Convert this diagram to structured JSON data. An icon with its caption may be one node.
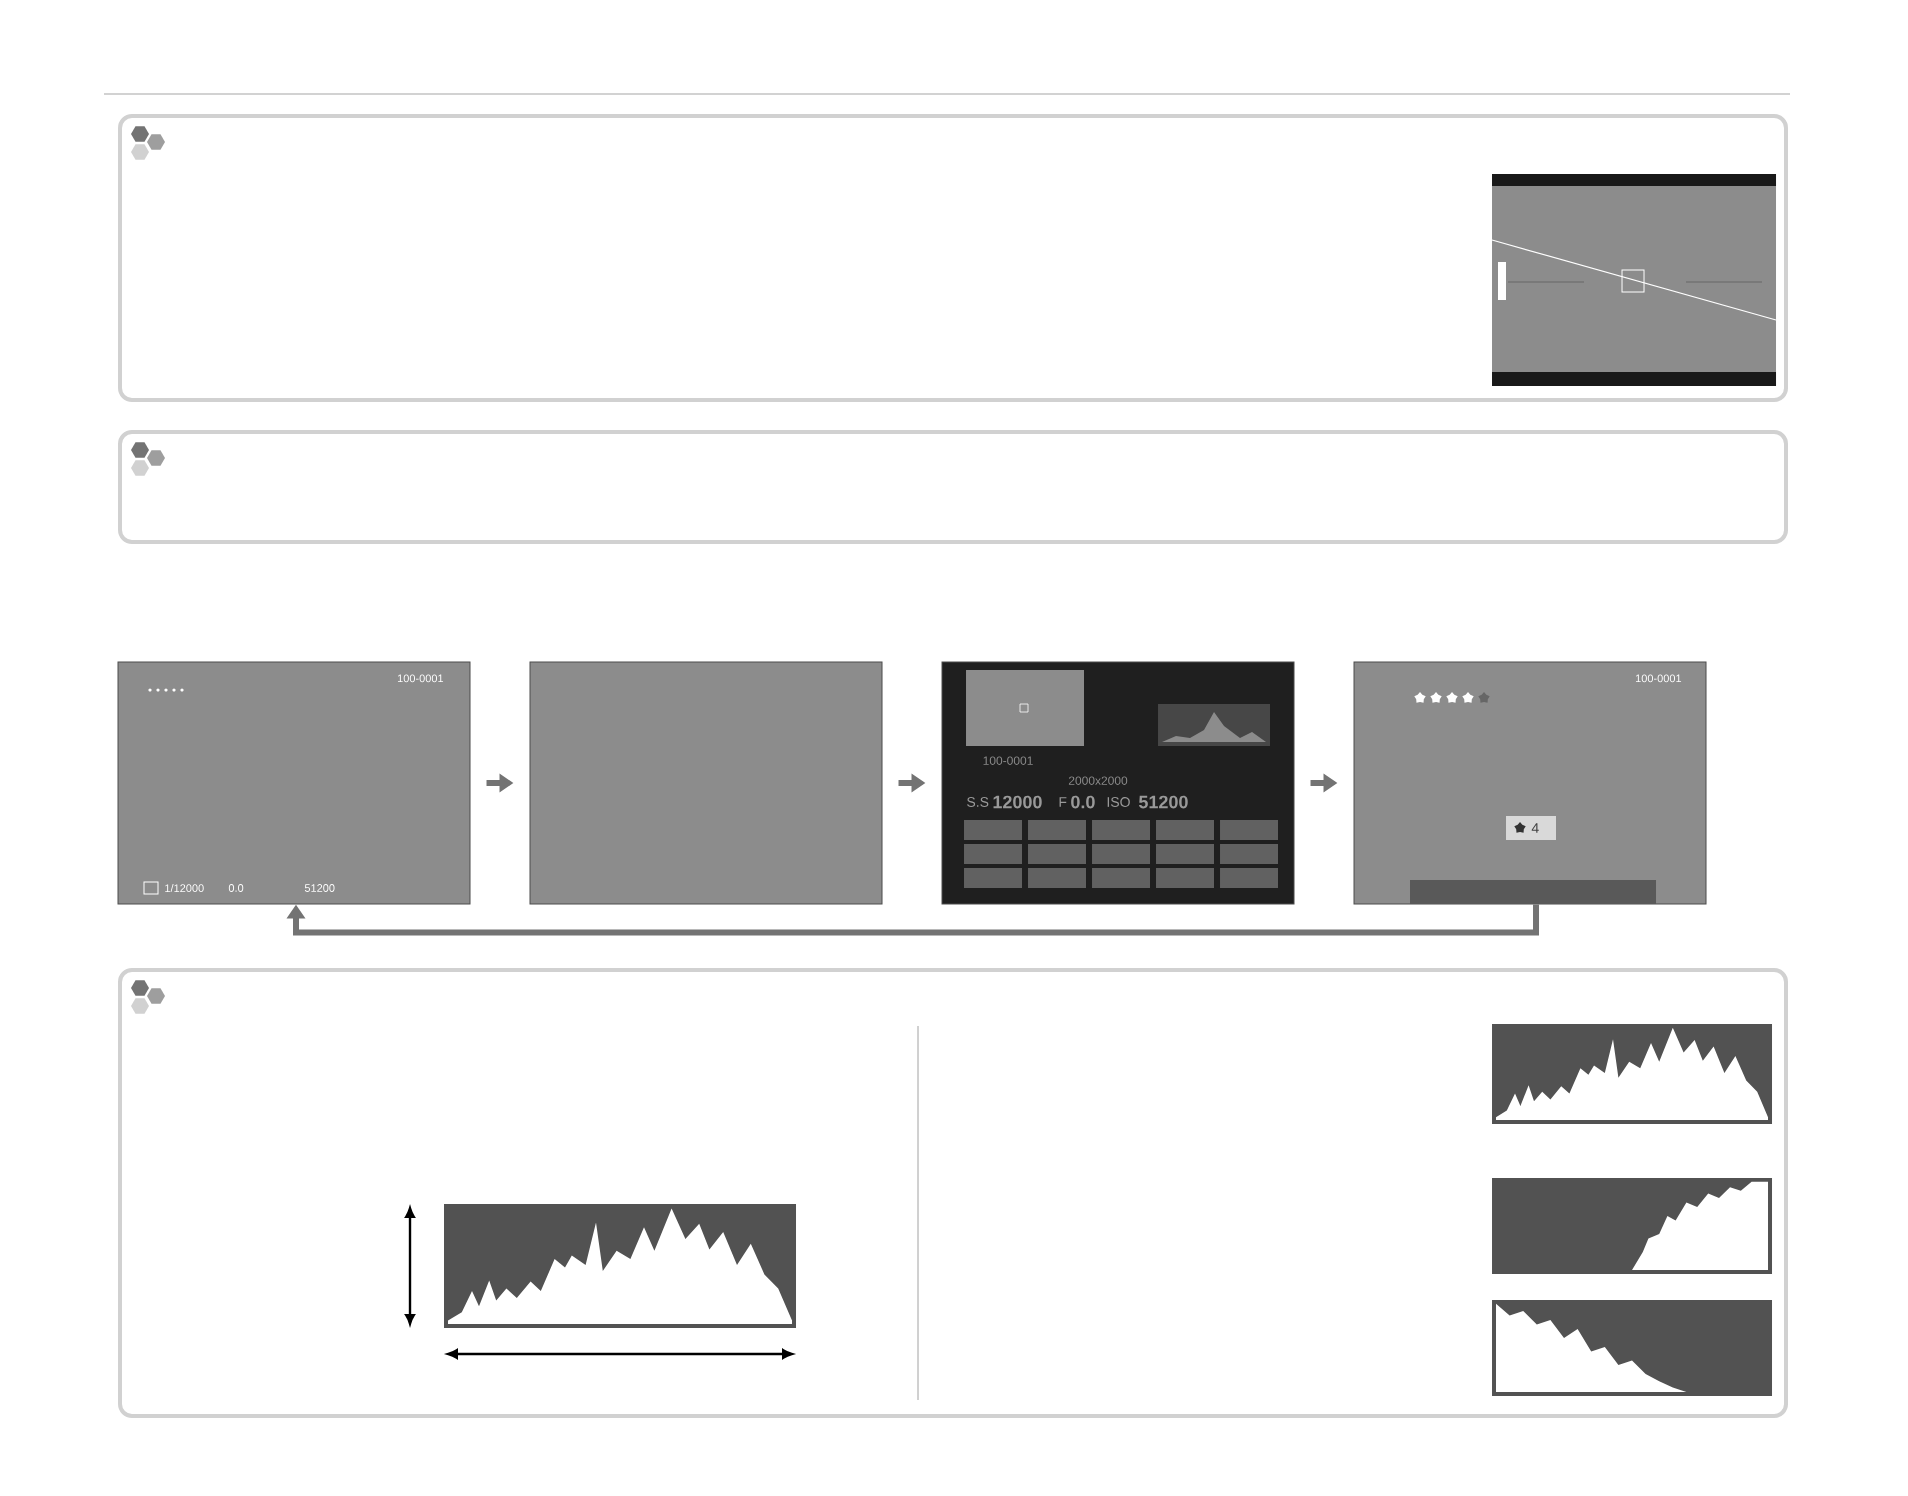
{
  "diagram": {
    "nodes": [
      {
        "text": [
          "100-0001",
          "1/12000",
          "0.0",
          "51200"
        ]
      },
      {
        "text": [],
        "shape": "box"
      },
      {
        "text": [
          "100-0001",
          "2000x2000",
          "S.S",
          "12000",
          "F",
          "0.0",
          "ISO",
          "51200"
        ]
      },
      {
        "text": [
          "100-0001",
          "4"
        ]
      }
    ],
    "edges": [
      {
        "from": 0,
        "to": 1,
        "arrow": "to"
      },
      {
        "from": 1,
        "to": 2,
        "arrow": "to"
      },
      {
        "from": 2,
        "to": 3,
        "arrow": "to"
      },
      {
        "from": 3,
        "to": 0,
        "arrow": "to"
      }
    ]
  }
}
